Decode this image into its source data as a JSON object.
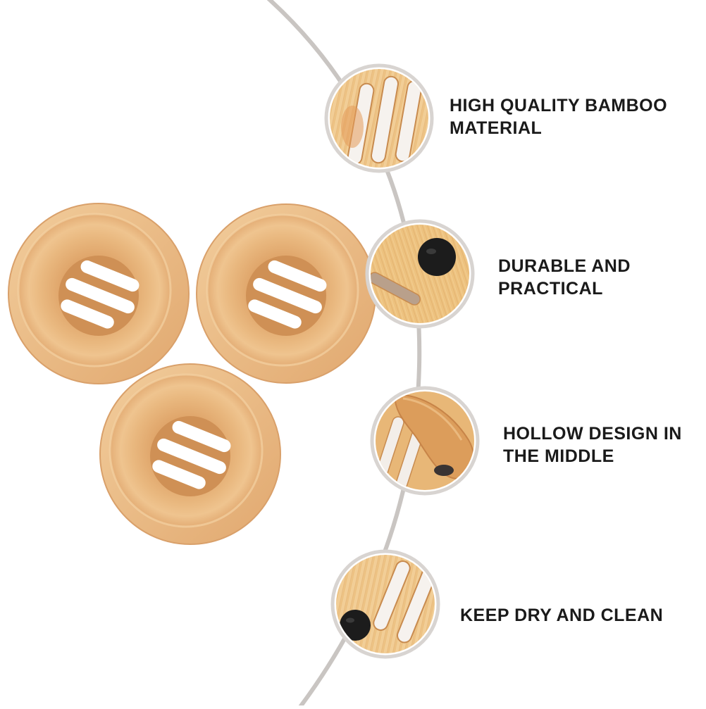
{
  "product": {
    "name": "Round bamboo soap dish",
    "quantity_shown": 3
  },
  "features": [
    {
      "lines": [
        "HIGH QUALITY BAMBOO",
        "MATERIAL"
      ],
      "icon": "bamboo-slots-closeup"
    },
    {
      "lines": [
        "DURABLE AND",
        "PRACTICAL"
      ],
      "icon": "bamboo-foot-pad-closeup"
    },
    {
      "lines": [
        "HOLLOW DESIGN IN",
        "THE MIDDLE"
      ],
      "icon": "bamboo-hollow-closeup"
    },
    {
      "lines": [
        "KEEP DRY AND CLEAN"
      ],
      "icon": "bamboo-drain-closeup"
    }
  ],
  "colors": {
    "background": "#ffffff",
    "arc": "#c9c5c2",
    "bamboo_light": "#efc88e",
    "bamboo_mid": "#e2ad72",
    "bamboo_dark": "#c98b50",
    "badge_ring": "#d8d4d1",
    "label_text": "#1a1a1a",
    "foot_pad": "#1c1c1c"
  }
}
